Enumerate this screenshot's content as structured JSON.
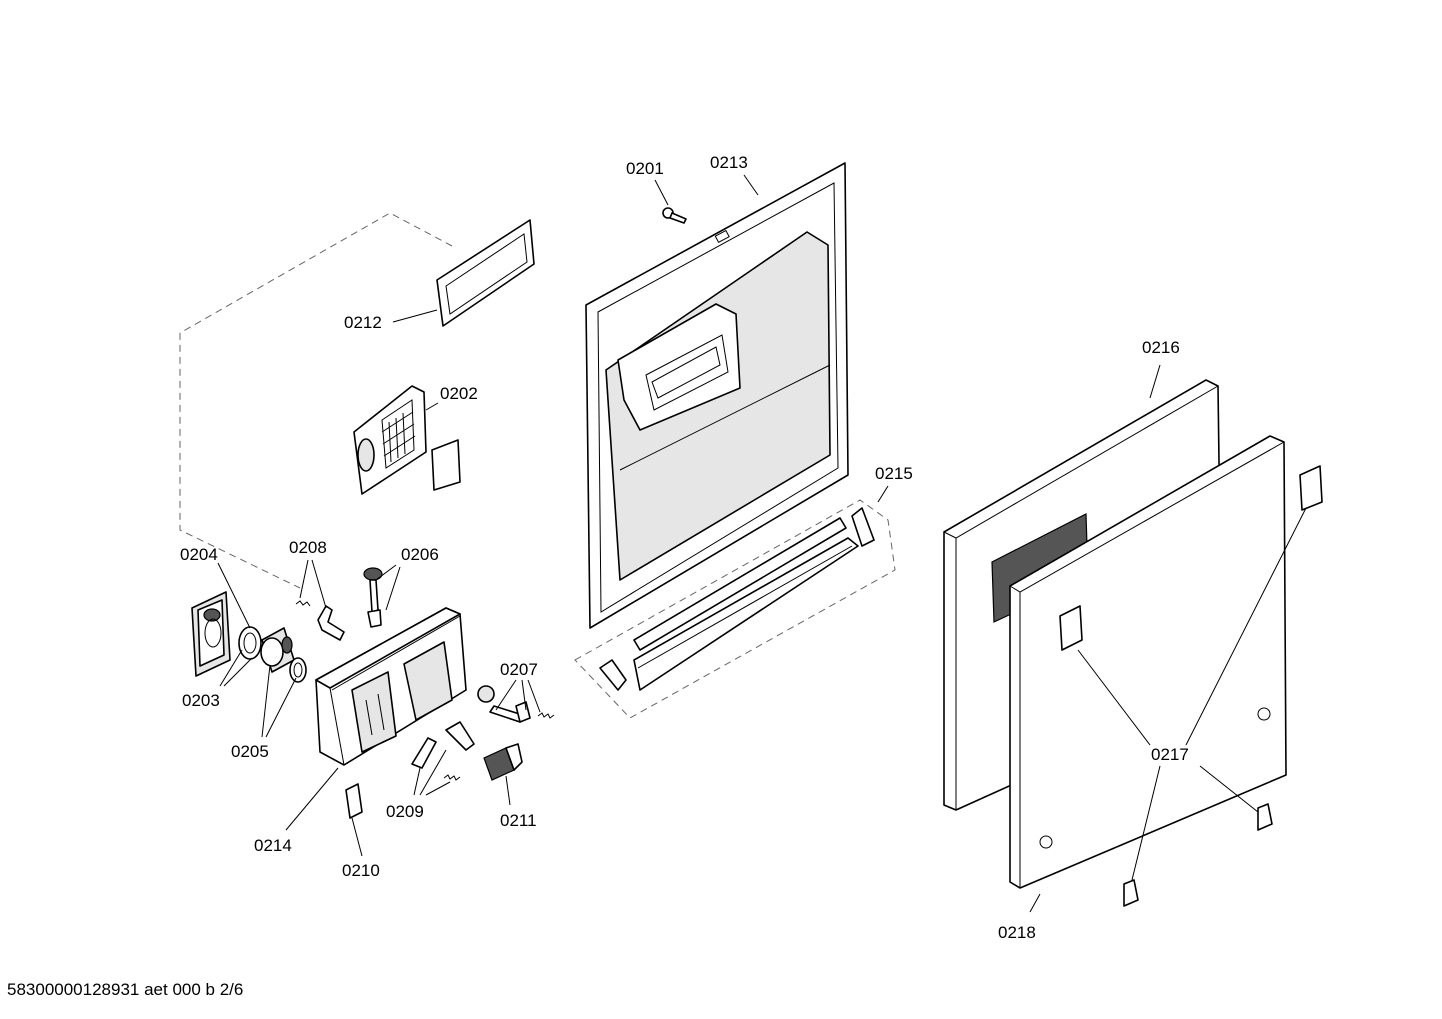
{
  "parts": {
    "p0201": "0201",
    "p0202": "0202",
    "p0203": "0203",
    "p0204": "0204",
    "p0205": "0205",
    "p0206": "0206",
    "p0207": "0207",
    "p0208": "0208",
    "p0209": "0209",
    "p0210": "0210",
    "p0211": "0211",
    "p0212": "0212",
    "p0213": "0213",
    "p0214": "0214",
    "p0215": "0215",
    "p0216": "0216",
    "p0217": "0217",
    "p0218": "0218"
  },
  "footer": {
    "document_id": "58300000128931 aet 000 b 2/6"
  }
}
